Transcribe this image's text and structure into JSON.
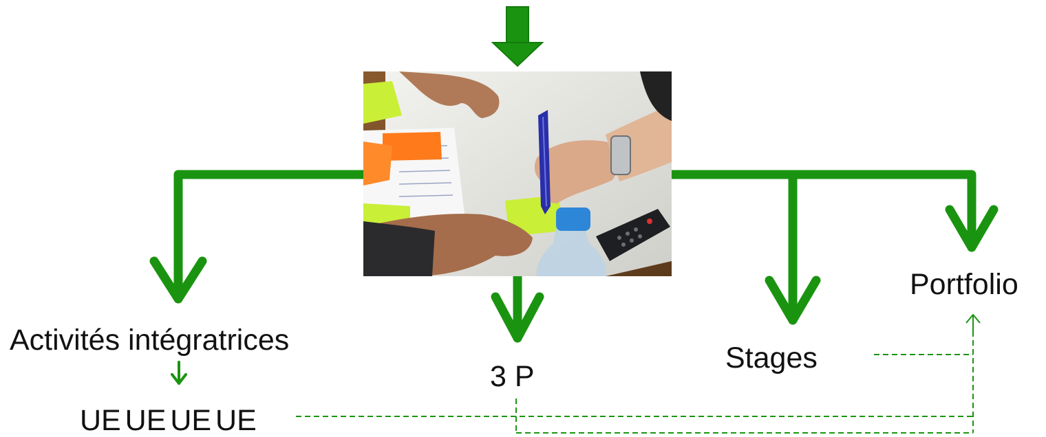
{
  "labels": {
    "activites": "Activités intégratrices",
    "three_p": "3 P",
    "stages": "Stages",
    "portfolio": "Portfolio",
    "ue_row": "UE  UE UE UE"
  },
  "photo": {
    "subject": "hands writing on sticky notes at a workshop table"
  },
  "colors": {
    "arrow": "#1a9410",
    "arrow_dark": "#137a0b",
    "dashed": "#1a9410",
    "text": "#111111"
  },
  "icons": [
    "arrow-down-icon",
    "arrow-up-icon"
  ]
}
